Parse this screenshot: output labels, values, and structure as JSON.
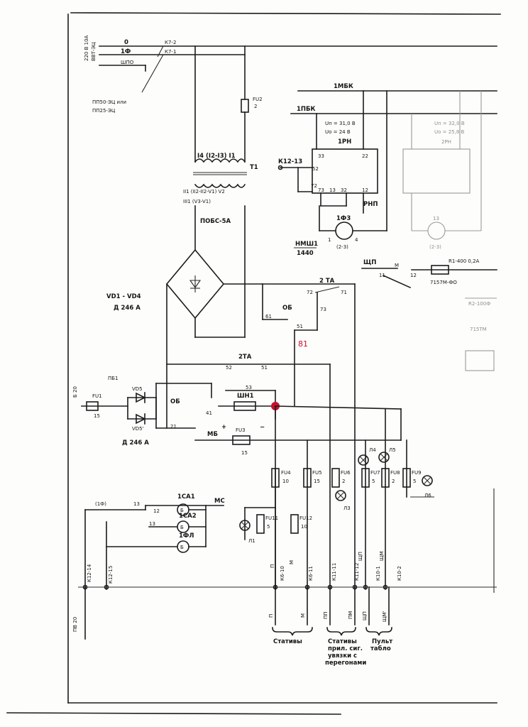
{
  "labels": {
    "side_top": "220 В 10А",
    "side_top2": "ВВТ-ЭЦ",
    "bus_0": "0",
    "bus_1f": "1Ф",
    "bus_shpo": "ШПО",
    "k72": "К7-2",
    "k71": "К7-1",
    "switch1": "ПП50-ЭЦ или",
    "switch2": "ПП25-ЭЦ",
    "fu2": "FU2",
    "fu2_val": "2",
    "t1_top": "I4 (I2-I3) I1",
    "t1": "T1",
    "t1_sec1": "II1 (II2-II2-V1) V2",
    "t1_sec2": "III1 (V3-V1)",
    "pobs": "ПОБС-5А",
    "bus_1mbk": "1МБК",
    "bus_1pbk": "1ПБК",
    "rn1_un": "Uп = 31,0 В",
    "rn1_uo": "Uо = 24 В",
    "rn1": "1РН",
    "rn2_un": "Uп = 32,0 В",
    "rn2_uo": "Uо = 25,8 В",
    "rn2": "2РН",
    "k12_13": "К12-13",
    "pin33": "33",
    "pin22": "22",
    "pin52": "52",
    "pin72": "72",
    "pin73": "73",
    "pin13": "13",
    "pin32": "32",
    "pin12": "12",
    "rnp": "РНП",
    "m1f3": "1Ф3",
    "nmsh": "НМШ1",
    "nmsh_val": "1440",
    "m_23": "(2-3)",
    "m_1": "1",
    "m_4": "4",
    "m2": "13",
    "m2_23": "(2-3)",
    "shchp": "ЩП",
    "pin11": "11",
    "pin_m": "М",
    "r1": "R1-400 0,2А",
    "r1_val": "7157М-ФО",
    "r_right": "R2-100Ф",
    "r_right2": "715ТМ",
    "vd": "VD1 - VD4",
    "vd_type": "Д 246 А",
    "ta2": "2 ТА",
    "ta72": "72",
    "ta71": "71",
    "ob": "ОБ",
    "ob61": "61",
    "ta73": "73",
    "ta51n": "51",
    "red_mark": "81",
    "ta2b": "2ТА",
    "ta52": "52",
    "ta51": "51",
    "pb1": "ПБ1",
    "fu1": "FU1",
    "fu1_val": "15",
    "vd5": "VD5",
    "vd5b": "VD5'",
    "vd5_type": "Д 246 А",
    "ob2": "ОБ",
    "ob41": "41",
    "ob21": "21",
    "w53": "53",
    "shn1": "ШН1",
    "plus": "+",
    "minus": "−",
    "mb": "МБ",
    "fu3": "FU3",
    "fu3_val": "15",
    "fu4": "FU4",
    "fu4_val": "10",
    "fu5": "FU5",
    "fu5_val": "15",
    "fu6": "FU6",
    "fu6_val": "2",
    "fu7": "FU7",
    "fu7_val": "5",
    "fu8": "FU8",
    "fu8_val": "2",
    "fu9": "FU9",
    "fu9_val": "5",
    "fu11": "FU11",
    "fu11_val": "5",
    "fu12": "FU12",
    "fu12_val": "10",
    "l4": "Л4",
    "l5": "Л5",
    "l3": "Л3",
    "l6": "Л6",
    "l1": "Л1",
    "lbl_shchp": "ЩП",
    "lbl_shchm": "ЩМ",
    "lbl_p": "П",
    "lbl_m": "М",
    "ca1": "1СА1",
    "ca2": "1СА2",
    "fl": "1ФЛ",
    "mc": "МС",
    "n13a": "13",
    "n12": "12",
    "n13b": "13",
    "n1f": "(1Ф)",
    "b": "Б",
    "k12_14": "К12-14",
    "k12_15": "К12-15",
    "k6_10": "К6-10",
    "k6_11": "К6-11",
    "k11_11": "К11-11",
    "k11_12": "К11-12",
    "k10_1": "К10-1",
    "k10_2": "К10-2",
    "out_p": "П",
    "out_m": "М",
    "out_pp": "ПП",
    "out_pm": "ПМ",
    "out_shchp": "ЩП",
    "out_shchm": "ЩМ'",
    "grp1": "Стативы",
    "grp2a": "Стативы",
    "grp2b": "прил. сиг.",
    "grp2c": "увязки с",
    "grp2d": "перегонами",
    "grp3a": "Пульт",
    "grp3b": "табло",
    "left_sig": "Б 20",
    "left_sig2": "ПВ 20"
  }
}
